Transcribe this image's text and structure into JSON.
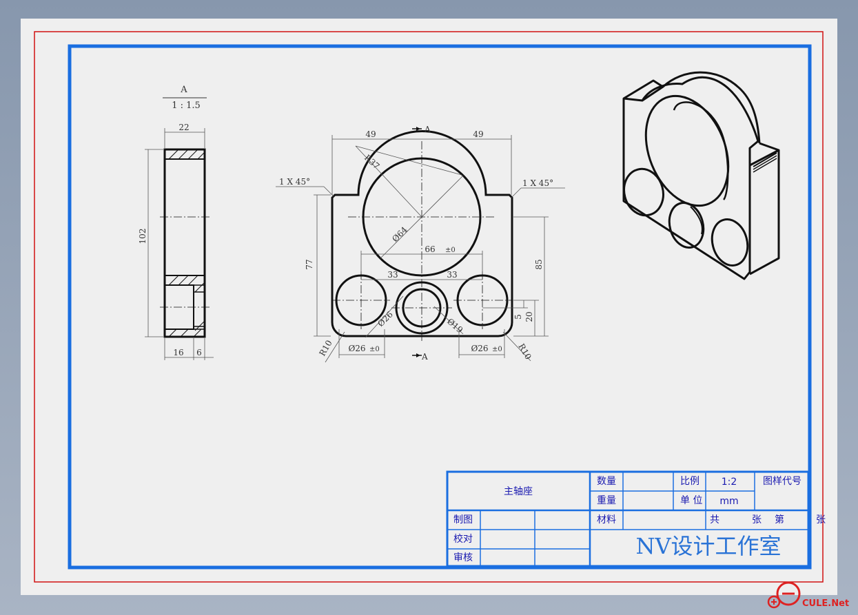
{
  "section_label": {
    "name": "A",
    "scale": "1 : 1.5"
  },
  "side_view_dims": {
    "width": "22",
    "height": "102",
    "bottom_a": "16",
    "bottom_b": "6"
  },
  "front_view_dims": {
    "top_left": "49",
    "top_right": "49",
    "section_top": "A",
    "section_bottom": "A",
    "radius_top": "R37",
    "chamfer_left": "1 X 45°",
    "chamfer_right": "1 X 45°",
    "main_bore": "Ø64",
    "center_spacing": "66",
    "tol": "±0",
    "spacing_left": "33",
    "spacing_right": "33",
    "height_left": "77",
    "height_right": "85",
    "height_small": "20",
    "height_tiny": "5",
    "small_bore_a": "Ø26",
    "small_bore_b": "Ø19",
    "bottom_bore_left": "Ø26",
    "bottom_bore_right": "Ø26",
    "tol_left": "±0",
    "tol_right": "±0",
    "radius_bl": "R10",
    "radius_br": "R10"
  },
  "title_block": {
    "part_name": "主轴座",
    "qty_label": "数量",
    "weight_label": "重量",
    "scale_label": "比例",
    "scale_value": "1:2",
    "unit_label": "单 位",
    "unit_value": "mm",
    "drawing_code_label": "图样代号",
    "material_label": "材料",
    "drawn_label": "制图",
    "checked_label": "校对",
    "reviewed_label": "审核",
    "sheets_total": "共",
    "sheets_unit": "张",
    "sheet_no": "第",
    "sheet_unit2": "张",
    "studio": "NV设计工作室"
  },
  "watermark": "CULE.Net",
  "colors": {
    "border_red": "#d11111",
    "frame_blue": "#1a6ee0",
    "line": "#111111",
    "dim": "#555555"
  }
}
